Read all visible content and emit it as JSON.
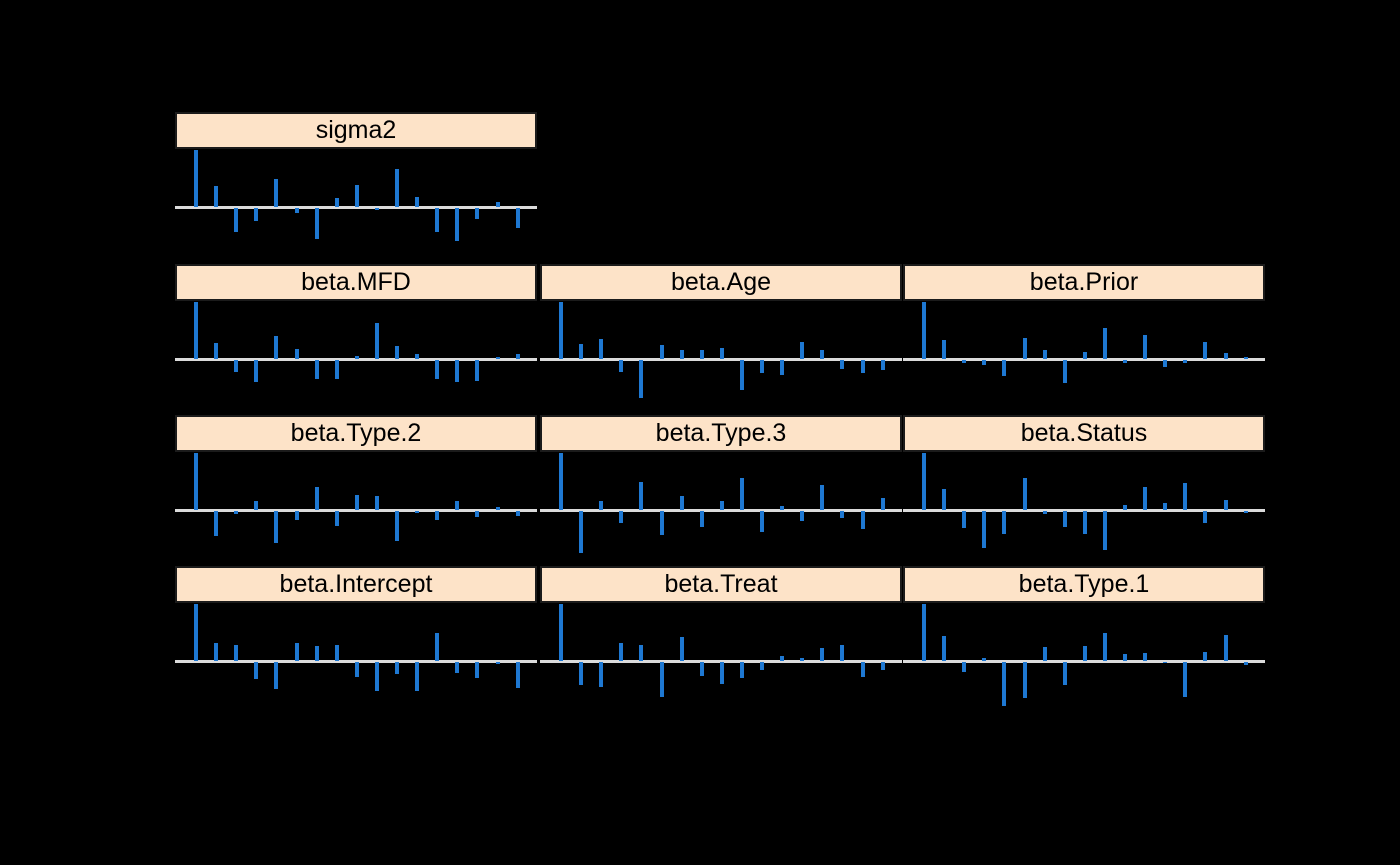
{
  "colors": {
    "page_background": "#000000",
    "spike": "#1E78D2",
    "zero_line": "#DBDBDB",
    "strip_background": "#FDE3C8",
    "strip_border": "#1B1B1B",
    "strip_text": "#000000"
  },
  "chart_data": {
    "type": "bar",
    "subtype": "autocorrelation-spike-trellis",
    "grid": "off",
    "legend": "none",
    "ylim": [
      -0.8,
      1.0
    ],
    "zero_reference": 0,
    "layout": {
      "rows": 4,
      "cols": 3,
      "spikes_per_panel": 17
    },
    "panels": [
      {
        "title": "sigma2",
        "row": 0,
        "col": 0,
        "values": [
          1.0,
          0.37,
          -0.42,
          -0.23,
          0.49,
          -0.08,
          -0.55,
          0.16,
          0.38,
          -0.04,
          0.66,
          0.18,
          -0.42,
          -0.58,
          -0.19,
          0.09,
          -0.35
        ]
      },
      {
        "title": "beta.MFD",
        "row": 1,
        "col": 0,
        "values": [
          1.0,
          0.28,
          -0.21,
          -0.39,
          0.41,
          0.18,
          -0.34,
          -0.34,
          0.06,
          0.64,
          0.23,
          0.09,
          -0.33,
          -0.39,
          -0.37,
          0.04,
          0.08
        ]
      },
      {
        "title": "beta.Age",
        "row": 1,
        "col": 1,
        "values": [
          1.0,
          0.26,
          0.35,
          -0.21,
          -0.66,
          0.25,
          0.15,
          0.16,
          0.19,
          -0.53,
          -0.22,
          -0.27,
          0.29,
          0.16,
          -0.15,
          -0.23,
          -0.18
        ]
      },
      {
        "title": "beta.Prior",
        "row": 1,
        "col": 2,
        "values": [
          1.0,
          0.33,
          -0.05,
          -0.09,
          -0.28,
          0.37,
          0.15,
          -0.41,
          0.12,
          0.55,
          -0.05,
          0.42,
          -0.13,
          -0.06,
          0.29,
          0.1,
          0.04
        ]
      },
      {
        "title": "beta.Type.2",
        "row": 2,
        "col": 0,
        "values": [
          1.0,
          -0.44,
          -0.05,
          0.16,
          -0.57,
          -0.16,
          0.41,
          -0.26,
          0.26,
          0.25,
          -0.52,
          -0.04,
          -0.15,
          0.16,
          -0.1,
          0.06,
          -0.08
        ]
      },
      {
        "title": "beta.Type.3",
        "row": 2,
        "col": 1,
        "values": [
          1.0,
          -0.74,
          0.15,
          -0.21,
          0.5,
          -0.42,
          0.25,
          -0.28,
          0.15,
          0.57,
          -0.36,
          0.07,
          -0.17,
          0.44,
          -0.13,
          -0.31,
          0.21
        ]
      },
      {
        "title": "beta.Status",
        "row": 2,
        "col": 2,
        "values": [
          1.0,
          0.36,
          -0.3,
          -0.65,
          -0.4,
          0.56,
          -0.05,
          -0.28,
          -0.4,
          -0.69,
          0.09,
          0.4,
          0.13,
          0.47,
          -0.21,
          0.18,
          -0.04
        ]
      },
      {
        "title": "beta.Intercept",
        "row": 3,
        "col": 0,
        "values": [
          1.0,
          0.32,
          0.28,
          -0.3,
          -0.47,
          0.32,
          0.26,
          0.28,
          -0.27,
          -0.5,
          -0.21,
          -0.51,
          0.49,
          -0.2,
          -0.28,
          -0.04,
          -0.45
        ]
      },
      {
        "title": "beta.Treat",
        "row": 3,
        "col": 1,
        "values": [
          1.0,
          -0.41,
          -0.44,
          0.32,
          0.28,
          -0.61,
          0.42,
          -0.24,
          -0.39,
          -0.28,
          -0.14,
          0.08,
          0.06,
          0.23,
          0.28,
          -0.26,
          -0.14
        ]
      },
      {
        "title": "beta.Type.1",
        "row": 3,
        "col": 2,
        "values": [
          1.0,
          0.44,
          -0.18,
          0.06,
          -0.78,
          -0.64,
          0.25,
          -0.4,
          0.26,
          0.49,
          0.12,
          0.14,
          -0.02,
          -0.61,
          0.16,
          0.46,
          -0.05
        ]
      }
    ]
  }
}
